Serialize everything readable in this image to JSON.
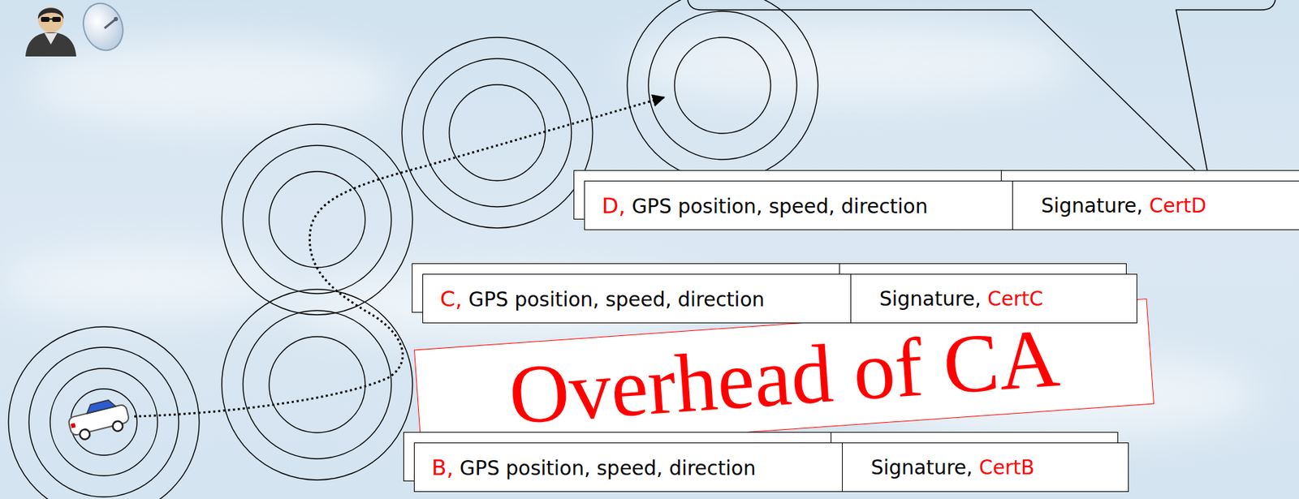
{
  "diagram": {
    "nodes": [
      {
        "text": [
          "D, GPS position, speed, direction",
          "Signature,",
          "CertD"
        ]
      },
      {
        "text": [
          "C, GPS position, speed, direction",
          "Signature,",
          "CertC"
        ]
      },
      {
        "text": [
          "Overhead of CA"
        ]
      },
      {
        "text": [
          "B, GPS position, speed, direction",
          "Signature,",
          "CertB"
        ]
      }
    ]
  }
}
